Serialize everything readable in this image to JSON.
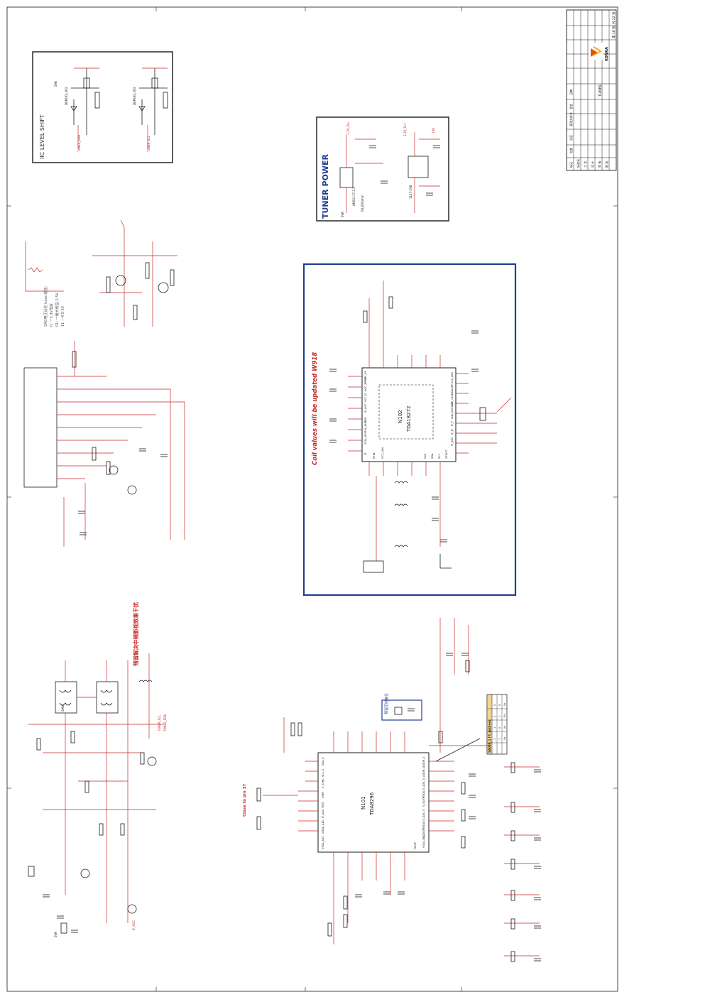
{
  "diagram_title": "Coil values will be updated W918",
  "iic_section": {
    "title": "IIC LEVEL SHIFT",
    "labels": [
      "DEMOD_3V3",
      "DEMOD_3V3",
      "TUNER_SDA",
      "TUNER_SCL",
      "5VA"
    ]
  },
  "tuner_power": {
    "title": "TUNER POWER",
    "labels": [
      "AMS1117-3.3",
      "5VA",
      "3.3V_Tun",
      "3.3V_Tun",
      "FB_600ohm",
      "1117-1V8",
      "1V8"
    ]
  },
  "tuner_ic": {
    "ref": "N102",
    "part": "TDA18272",
    "left_pins": [
      "VCC_RF",
      "AGC_REFIN",
      "VCC_IF",
      "IF_AGC",
      "GND",
      "XTAL_OUT",
      "XTAL_IN",
      "LT",
      "RFIN",
      "VCC_LNA"
    ],
    "right_pins": [
      "VCC_DIG",
      "VBIASRF",
      "VCC_VCO",
      "LNA_DECOUP",
      "IF_P",
      "IF_N",
      "IF_AGC",
      "XTOUT",
      "SCL",
      "SDA",
      "CAP"
    ]
  },
  "demod_ic": {
    "ref": "N101",
    "part": "TDA8296",
    "top_pins": [
      "SDA_S",
      "SCL_S",
      "V_SYNC",
      "VREF",
      "TEST",
      "IF_AGC",
      "VDDA_ADC",
      "VSSA_ADC"
    ],
    "bottom_pins": [
      "ADDR_1",
      "ADDR_0",
      "VDDA33_DAC_S",
      "S_OUTP",
      "VDDA33_DAC_V",
      "V_OUTP",
      "VSSA_DAC",
      "FIRST"
    ],
    "note": "Close to pin 37",
    "side_note": "预留压控复位"
  },
  "address_table": {
    "header": "SA0B8_1 I²C Address",
    "rows": [
      [
        "0",
        "0",
        "0x",
        "0x"
      ],
      [
        "0",
        "1",
        "0x",
        "0x"
      ],
      [
        "1",
        "0",
        "0x",
        "0x"
      ],
      [
        "1",
        "1",
        "0x",
        "0x"
      ]
    ]
  },
  "filter_section": {
    "note": "预留解决中频影视效果干扰",
    "labels": [
      "SAW",
      "IF_AGC",
      "TUNER_SDA",
      "TUNER_SCL",
      "5VA"
    ]
  },
  "notes": {
    "agc": [
      "SAG电压设定 tuner增益：",
      "0: 一3.3V增益",
      "01: 一最大增益-1.5V",
      "11 一4.5-5V"
    ]
  },
  "title_block": {
    "company": "KONKA",
    "doc": "TUNER",
    "rows": [
      "标记",
      "处数",
      "分区",
      "更改文件号",
      "签名",
      "日期",
      "设 计",
      "审 核",
      "工 艺",
      "标准化",
      "批 准"
    ],
    "sheet_label": "第 18 张",
    "total_label": "共 22 张"
  },
  "colors": {
    "wire": "#c62828",
    "ink": "#1a1a1a",
    "frame_blue": "#1f3f8f",
    "note_red": "#c62828",
    "table_fill": "#f5d58a"
  }
}
